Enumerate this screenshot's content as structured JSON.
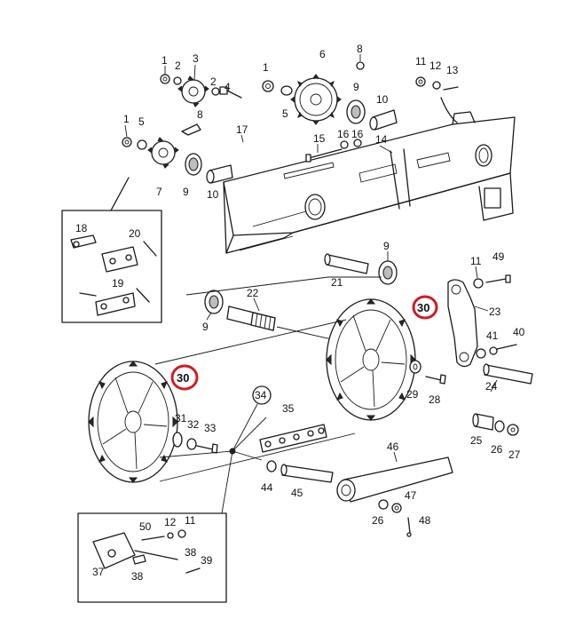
{
  "diagram": {
    "callouts": [
      {
        "id": "c1a",
        "text": "1"
      },
      {
        "id": "c2a",
        "text": "2"
      },
      {
        "id": "c3",
        "text": "3"
      },
      {
        "id": "c2b",
        "text": "2"
      },
      {
        "id": "c4",
        "text": "4"
      },
      {
        "id": "c1b",
        "text": "1"
      },
      {
        "id": "c5a",
        "text": "5"
      },
      {
        "id": "c8a",
        "text": "8"
      },
      {
        "id": "c7",
        "text": "7"
      },
      {
        "id": "c9a",
        "text": "9"
      },
      {
        "id": "c10a",
        "text": "10"
      },
      {
        "id": "c17",
        "text": "17"
      },
      {
        "id": "c1c",
        "text": "1"
      },
      {
        "id": "c5b",
        "text": "5"
      },
      {
        "id": "c6",
        "text": "6"
      },
      {
        "id": "c8b",
        "text": "8"
      },
      {
        "id": "c9b",
        "text": "9"
      },
      {
        "id": "c10b",
        "text": "10"
      },
      {
        "id": "c15",
        "text": "15"
      },
      {
        "id": "c16a",
        "text": "16"
      },
      {
        "id": "c16b",
        "text": "16"
      },
      {
        "id": "c14",
        "text": "14"
      },
      {
        "id": "c11a",
        "text": "11"
      },
      {
        "id": "c12a",
        "text": "12"
      },
      {
        "id": "c13",
        "text": "13"
      },
      {
        "id": "c18",
        "text": "18"
      },
      {
        "id": "c20",
        "text": "20"
      },
      {
        "id": "c19",
        "text": "19"
      },
      {
        "id": "c9c",
        "text": "9"
      },
      {
        "id": "c21",
        "text": "21"
      },
      {
        "id": "c11b",
        "text": "11"
      },
      {
        "id": "c49",
        "text": "49"
      },
      {
        "id": "c23",
        "text": "23"
      },
      {
        "id": "c22",
        "text": "22"
      },
      {
        "id": "c9d",
        "text": "9"
      },
      {
        "id": "c41",
        "text": "41"
      },
      {
        "id": "c40",
        "text": "40"
      },
      {
        "id": "c24",
        "text": "24"
      },
      {
        "id": "c29",
        "text": "29"
      },
      {
        "id": "c28",
        "text": "28"
      },
      {
        "id": "c34",
        "text": "34"
      },
      {
        "id": "c35",
        "text": "35"
      },
      {
        "id": "c31",
        "text": "31"
      },
      {
        "id": "c32",
        "text": "32"
      },
      {
        "id": "c33",
        "text": "33"
      },
      {
        "id": "c46",
        "text": "46"
      },
      {
        "id": "c25",
        "text": "25"
      },
      {
        "id": "c26a",
        "text": "26"
      },
      {
        "id": "c27",
        "text": "27"
      },
      {
        "id": "c44",
        "text": "44"
      },
      {
        "id": "c45",
        "text": "45"
      },
      {
        "id": "c47",
        "text": "47"
      },
      {
        "id": "c26b",
        "text": "26"
      },
      {
        "id": "c48",
        "text": "48"
      },
      {
        "id": "c50",
        "text": "50"
      },
      {
        "id": "c12b",
        "text": "12"
      },
      {
        "id": "c11c",
        "text": "11"
      },
      {
        "id": "c38a",
        "text": "38"
      },
      {
        "id": "c39",
        "text": "39"
      },
      {
        "id": "c37",
        "text": "37"
      },
      {
        "id": "c38b",
        "text": "38"
      }
    ],
    "highlighted": [
      {
        "id": "h30a",
        "text": "30"
      },
      {
        "id": "h30b",
        "text": "30"
      }
    ],
    "colors": {
      "line": "#1a1a1a",
      "highlight": "#d01c24",
      "background": "#ffffff"
    }
  }
}
